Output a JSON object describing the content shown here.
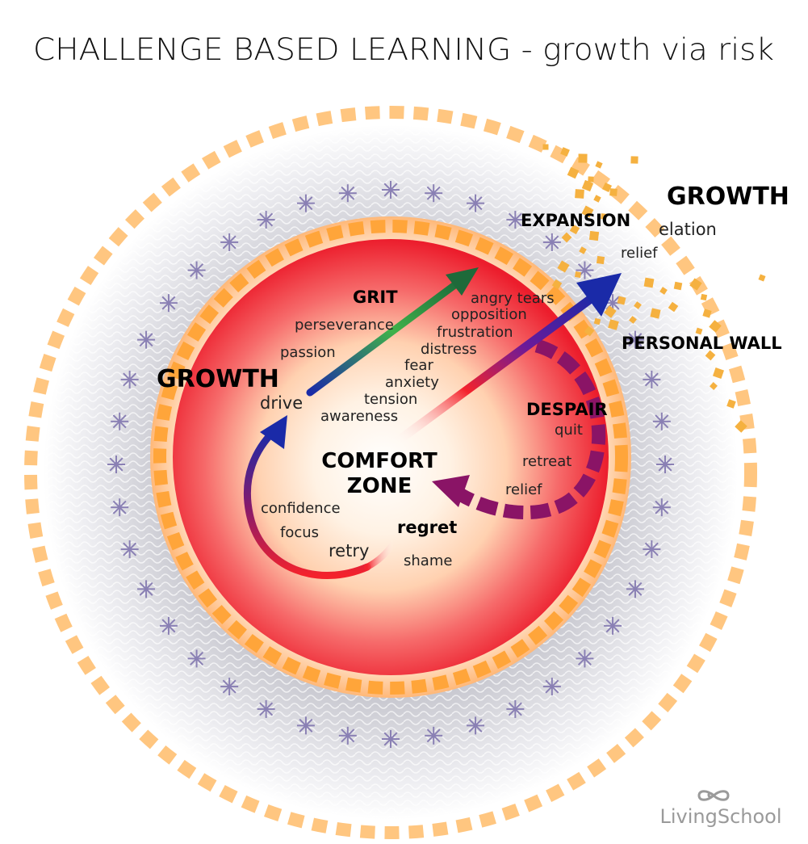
{
  "title": "CHALLENGE BASED LEARNING - growth via risk",
  "labels": {
    "growth_outer": "GROWTH",
    "growth_inner": "GROWTH",
    "expansion": "EXPANSION",
    "personal_wall": "PERSONAL WALL",
    "grit": "GRIT",
    "despair": "DESPAIR",
    "comfort_line1": "COMFORT",
    "comfort_line2": "ZONE",
    "regret": "regret"
  },
  "feelings": {
    "elation": "elation",
    "relief_top": "relief",
    "angry_tears": "angry tears",
    "opposition": "opposition",
    "frustration": "frustration",
    "distress": "distress",
    "fear": "fear",
    "anxiety": "anxiety",
    "tension": "tension",
    "awareness": "awareness",
    "perseverance": "perseverance",
    "passion": "passion",
    "drive": "drive",
    "quit": "quit",
    "retreat": "retreat",
    "relief_despair": "relief",
    "confidence": "confidence",
    "focus": "focus",
    "retry": "retry",
    "shame": "shame"
  },
  "brand": {
    "name": "LivingSchool",
    "logo_icon": "infinity-icon"
  },
  "colors": {
    "orange": "#ffa53a",
    "orange_light": "#ffc680",
    "red": "#ee2b3a",
    "purple": "#8a1466",
    "blue": "#1a2aa8",
    "green": "#1e7a3a",
    "wave": "#b8b8c4",
    "star": "#8a80b4",
    "cube": "#f5b140"
  }
}
